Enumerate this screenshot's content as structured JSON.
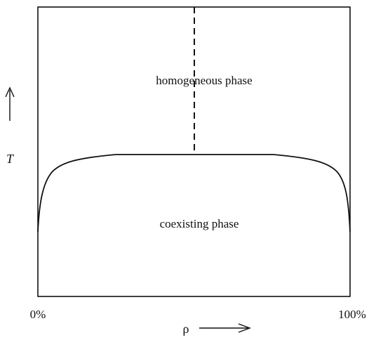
{
  "diagram": {
    "regions": {
      "upper": "homogeneous phase",
      "lower": "coexisting phase"
    },
    "axes": {
      "x": {
        "label": "ρ",
        "min_label": "0%",
        "max_label": "100%"
      },
      "y": {
        "label": "T"
      }
    },
    "colors": {
      "line": "#111111",
      "background": "#ffffff"
    }
  }
}
